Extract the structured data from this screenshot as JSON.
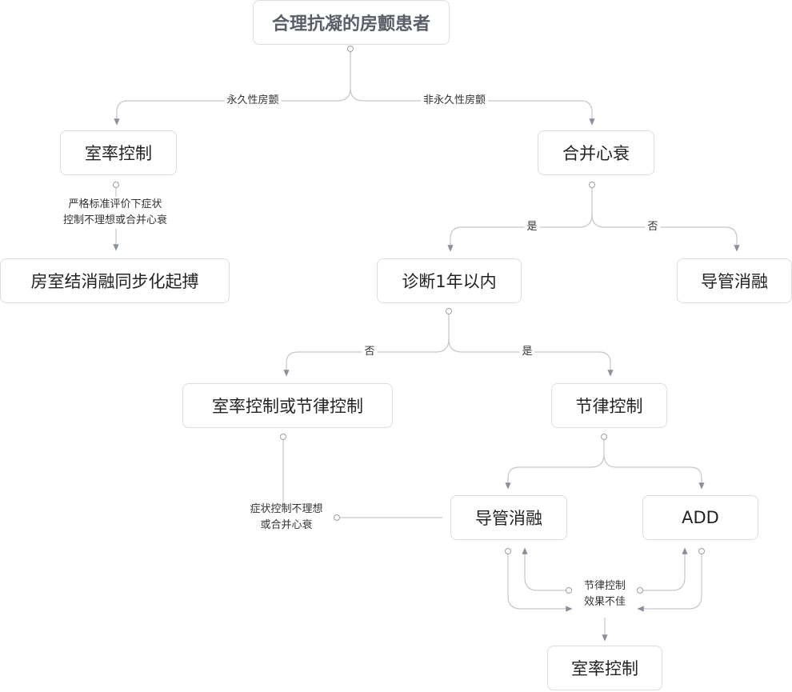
{
  "nodes": {
    "root": "合理抗凝的房颤患者",
    "rate_control_1": "室率控制",
    "heart_failure": "合并心衰",
    "av_ablation_pacing": "房室结消融同步化起搏",
    "diag_within_1yr": "诊断1年以内",
    "catheter_ablation_1": "导管消融",
    "rate_or_rhythm": "室率控制或节律控制",
    "rhythm_control": "节律控制",
    "catheter_ablation_2": "导管消融",
    "add": "ADD",
    "rate_control_2": "室率控制"
  },
  "edge_labels": {
    "permanent": "永久性房颤",
    "non_permanent": "非永久性房颤",
    "strict_eval_1": "严格标准评价下症状",
    "strict_eval_2": "控制不理想或合并心衰",
    "hf_yes": "是",
    "hf_no": "否",
    "diag_no": "否",
    "diag_yes": "是",
    "symptom_1": "症状控制不理想",
    "symptom_2": "或合并心衰",
    "rhythm_poor_1": "节律控制",
    "rhythm_poor_2": "效果不佳"
  }
}
